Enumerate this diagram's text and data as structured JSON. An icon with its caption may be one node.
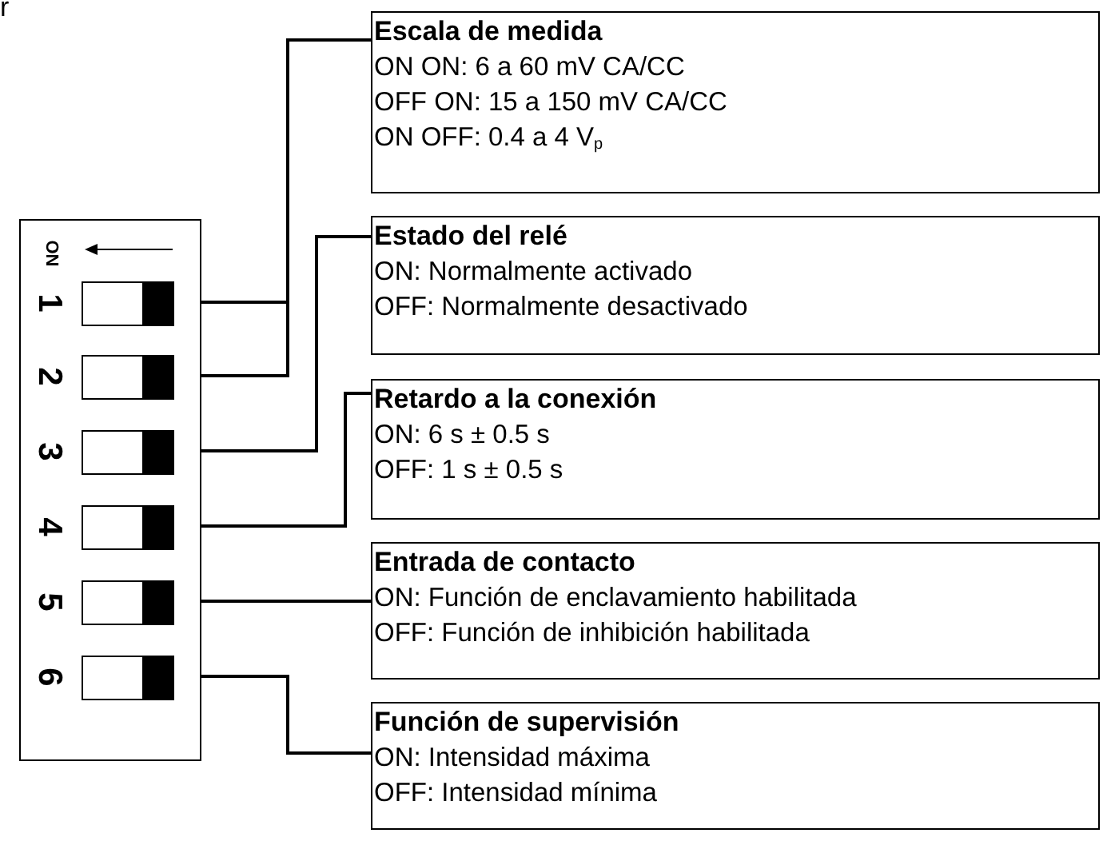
{
  "diagram": {
    "nodes": [
      {
        "text": [
          "ON"
        ]
      },
      {
        "text": [],
        "shape": "box",
        "in": 0,
        "beside": [
          "1"
        ]
      },
      {
        "text": [],
        "shape": "box",
        "in": 0,
        "beside": [
          "2"
        ]
      },
      {
        "text": [],
        "shape": "box",
        "in": 0,
        "beside": [
          "3"
        ]
      },
      {
        "text": [],
        "shape": "box",
        "in": 0,
        "beside": [
          "4"
        ]
      },
      {
        "text": [],
        "shape": "box",
        "in": 0,
        "beside": [
          "5"
        ]
      },
      {
        "text": [],
        "shape": "box",
        "in": 0,
        "beside": [
          "6"
        ]
      },
      {
        "text": [
          "Escala de medida",
          "ON ON: 6 a 60 mV CA/CC",
          "OFF ON: 15 a 150 mV CA/CC",
          "ON OFF: 0.4 a 4 V$_{p}$"
        ]
      },
      {
        "text": [
          "Estado del relé",
          "ON: Normalmente activado",
          "OFF: Normalmente desactivado"
        ]
      },
      {
        "text": [
          "Retardo a la conexión",
          "ON: 6 s ± 0.5 s",
          "OFF: 1 s ± 0.5 s"
        ]
      },
      {
        "text": [
          "Entrada de contacto",
          "ON: Función de enclavamiento habilitada",
          "OFF: Función de inhibición habilitada"
        ]
      },
      {
        "text": [
          "Función de supervisión",
          "ON: Intensidad máxima",
          "OFF: Intensidad mínima"
        ]
      }
    ],
    "edges": [
      {
        "from": 1,
        "to": 7,
        "arrow": "none"
      },
      {
        "from": 2,
        "to": 7,
        "arrow": "none"
      },
      {
        "from": 3,
        "to": 8,
        "arrow": "none"
      },
      {
        "from": 4,
        "to": 9,
        "arrow": "none"
      },
      {
        "from": 5,
        "to": 10,
        "arrow": "none"
      },
      {
        "from": 6,
        "to": 11,
        "arrow": "none"
      }
    ],
    "labels": [
      "r"
    ]
  }
}
